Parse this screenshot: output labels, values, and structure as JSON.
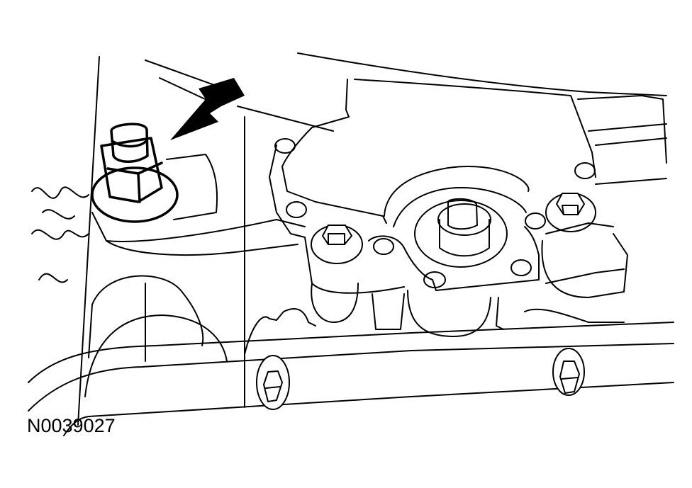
{
  "figure": {
    "id_label": "N0039027",
    "background": "#ffffff",
    "line_color": "#000000"
  },
  "callouts": [
    {
      "name": "pointer-arrow",
      "target": "drain-plug-bolt"
    }
  ],
  "components": [
    "drain-plug-bolt",
    "sealing-washer",
    "valve-body-cover",
    "center-bolt",
    "mounting-bolt-left",
    "mounting-bolt-right",
    "flange-bolt-lower-left",
    "flange-bolt-lower-right",
    "housing-flange"
  ]
}
